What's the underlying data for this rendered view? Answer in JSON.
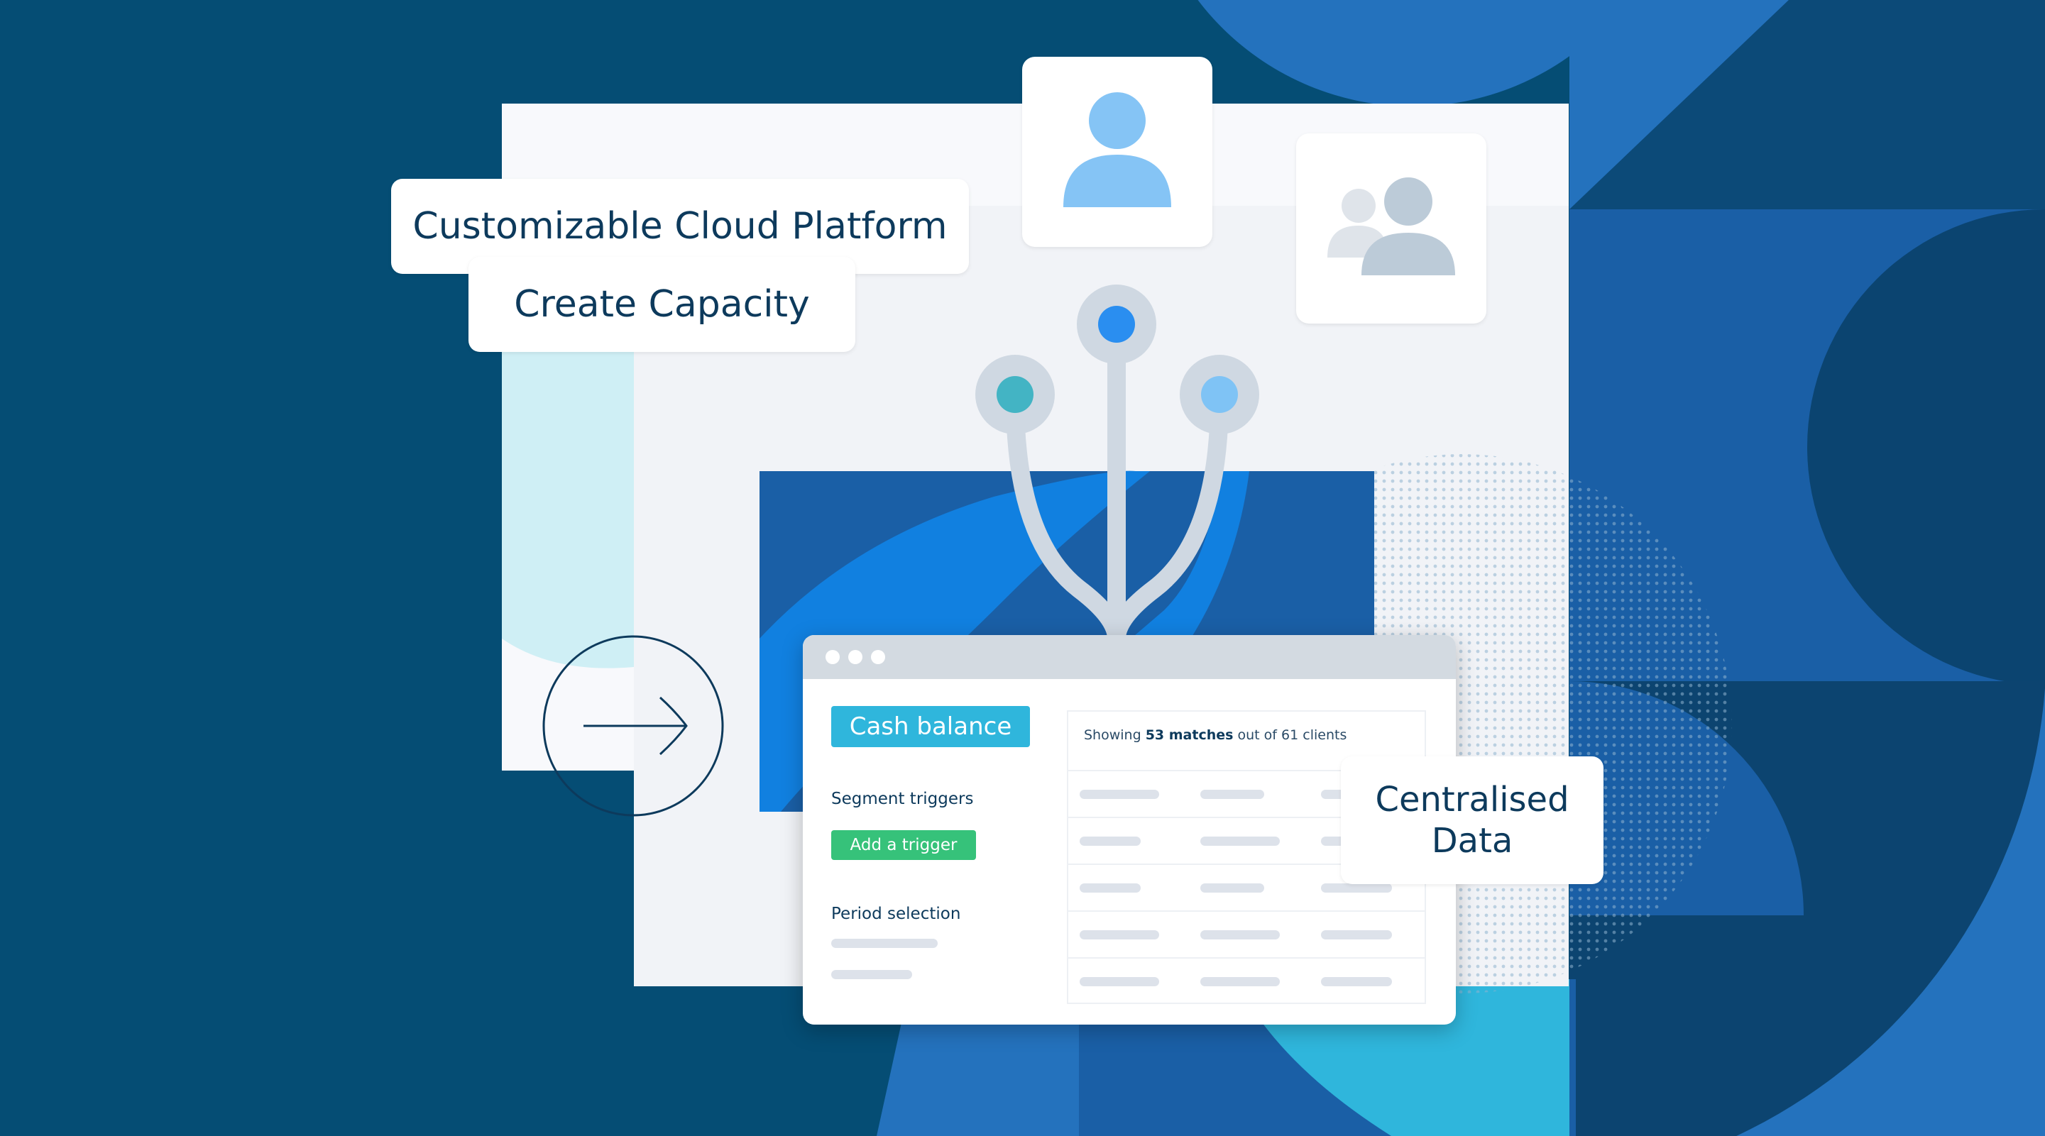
{
  "labels": {
    "platform": "Customizable Cloud Platform",
    "capacity": "Create Capacity",
    "centralised_line1": "Centralised",
    "centralised_line2": "Data"
  },
  "icons": {
    "single_user": "user-icon",
    "group_users": "users-group-icon",
    "arrow": "arrow-right-circle-icon"
  },
  "app": {
    "window_controls": [
      "",
      "",
      ""
    ],
    "cash_balance": "Cash balance",
    "segment_triggers": "Segment triggers",
    "add_trigger": "Add a trigger",
    "period_selection": "Period selection",
    "results": {
      "prefix": "Showing",
      "matches": "53 matches",
      "middle": "out of",
      "total": "61",
      "suffix": "clients",
      "row_count": 5
    }
  },
  "colors": {
    "background": "#054d74",
    "accent_blue": "#2472bd",
    "accent_cyan": "#2fb6dc",
    "button_green": "#36c27a",
    "text_dark": "#0d3a5c"
  }
}
